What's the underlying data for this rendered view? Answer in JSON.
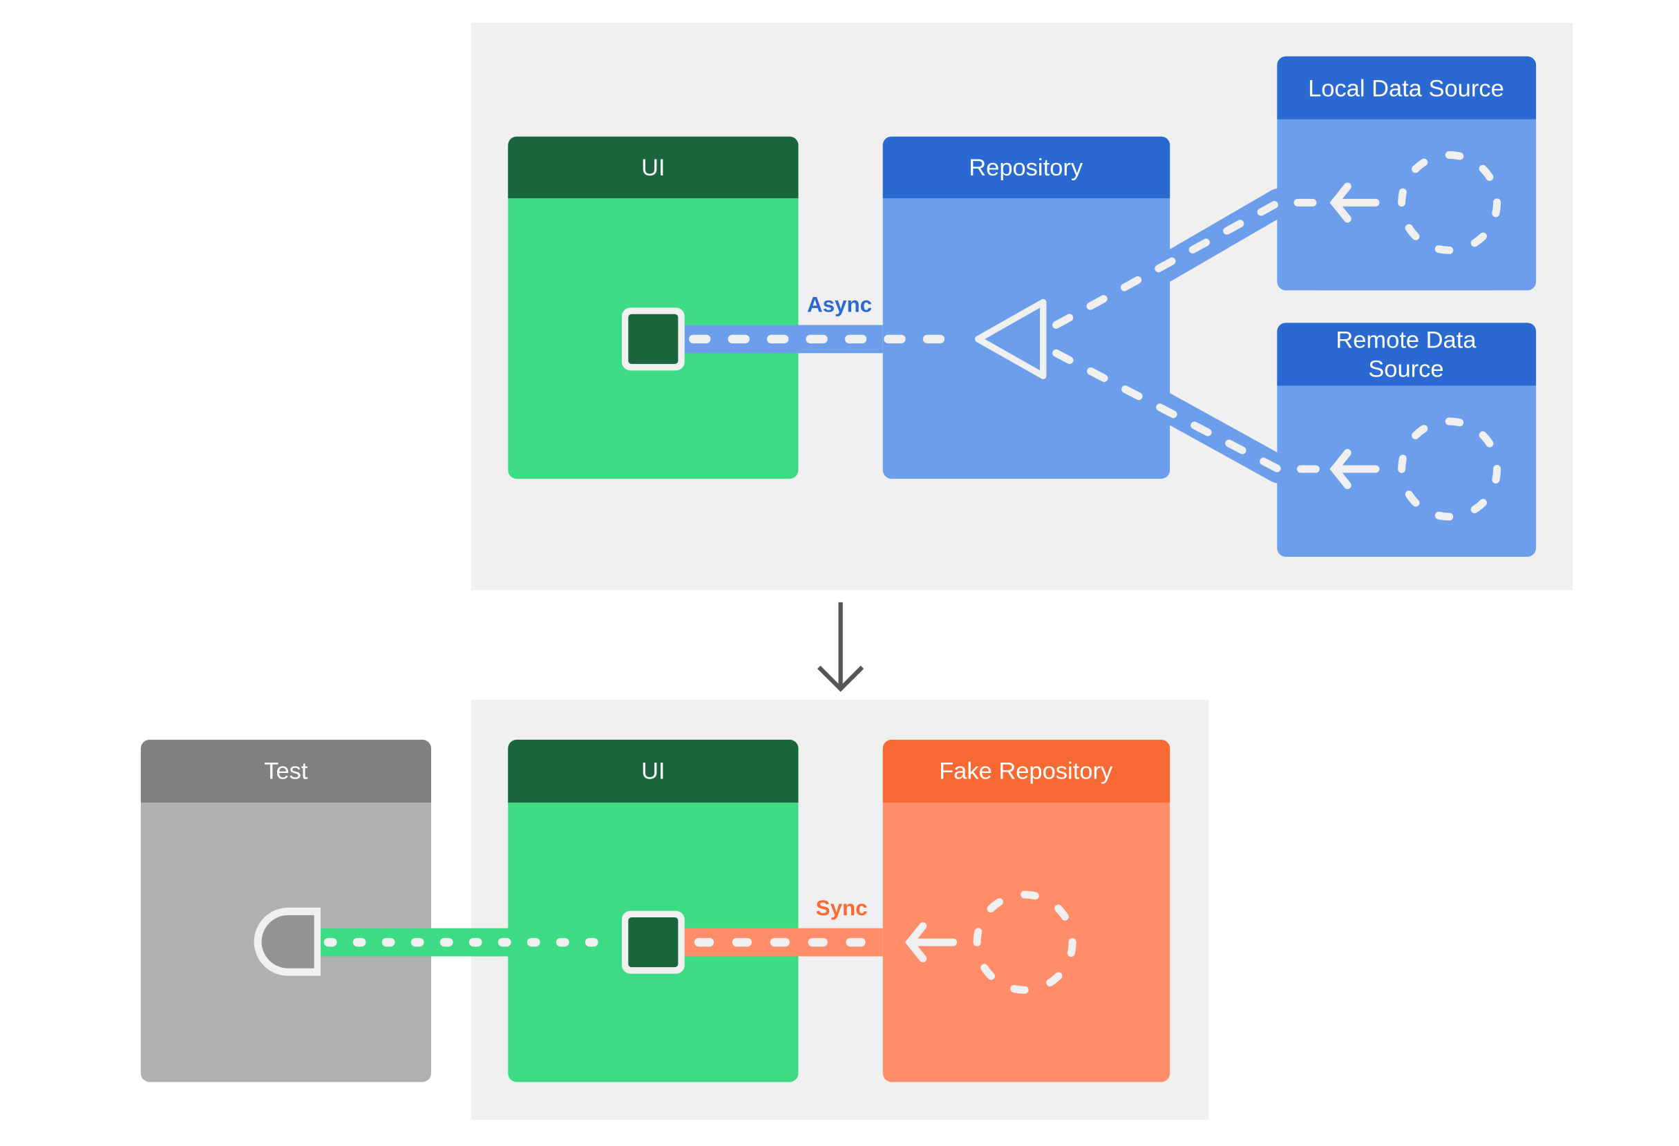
{
  "top_panel": {
    "ui": {
      "title": "UI"
    },
    "repository": {
      "title": "Repository"
    },
    "local_source": {
      "title": "Local Data Source"
    },
    "remote_source": {
      "title_line1": "Remote Data",
      "title_line2": "Source"
    },
    "connection_label": "Async"
  },
  "bottom_panel": {
    "test": {
      "title": "Test"
    },
    "ui": {
      "title": "UI"
    },
    "fake_repository": {
      "title": "Fake Repository"
    },
    "connection_label": "Sync"
  },
  "colors": {
    "panel_bg": "#f0f0f0",
    "ui_header": "#1a653d",
    "ui_body": "#3ddc84",
    "repo_header": "#2a69d1",
    "repo_body": "#6d9eeb",
    "fake_header": "#f96934",
    "fake_body": "#ff8d69",
    "test_header": "#808080",
    "test_body": "#b0b0b0"
  }
}
